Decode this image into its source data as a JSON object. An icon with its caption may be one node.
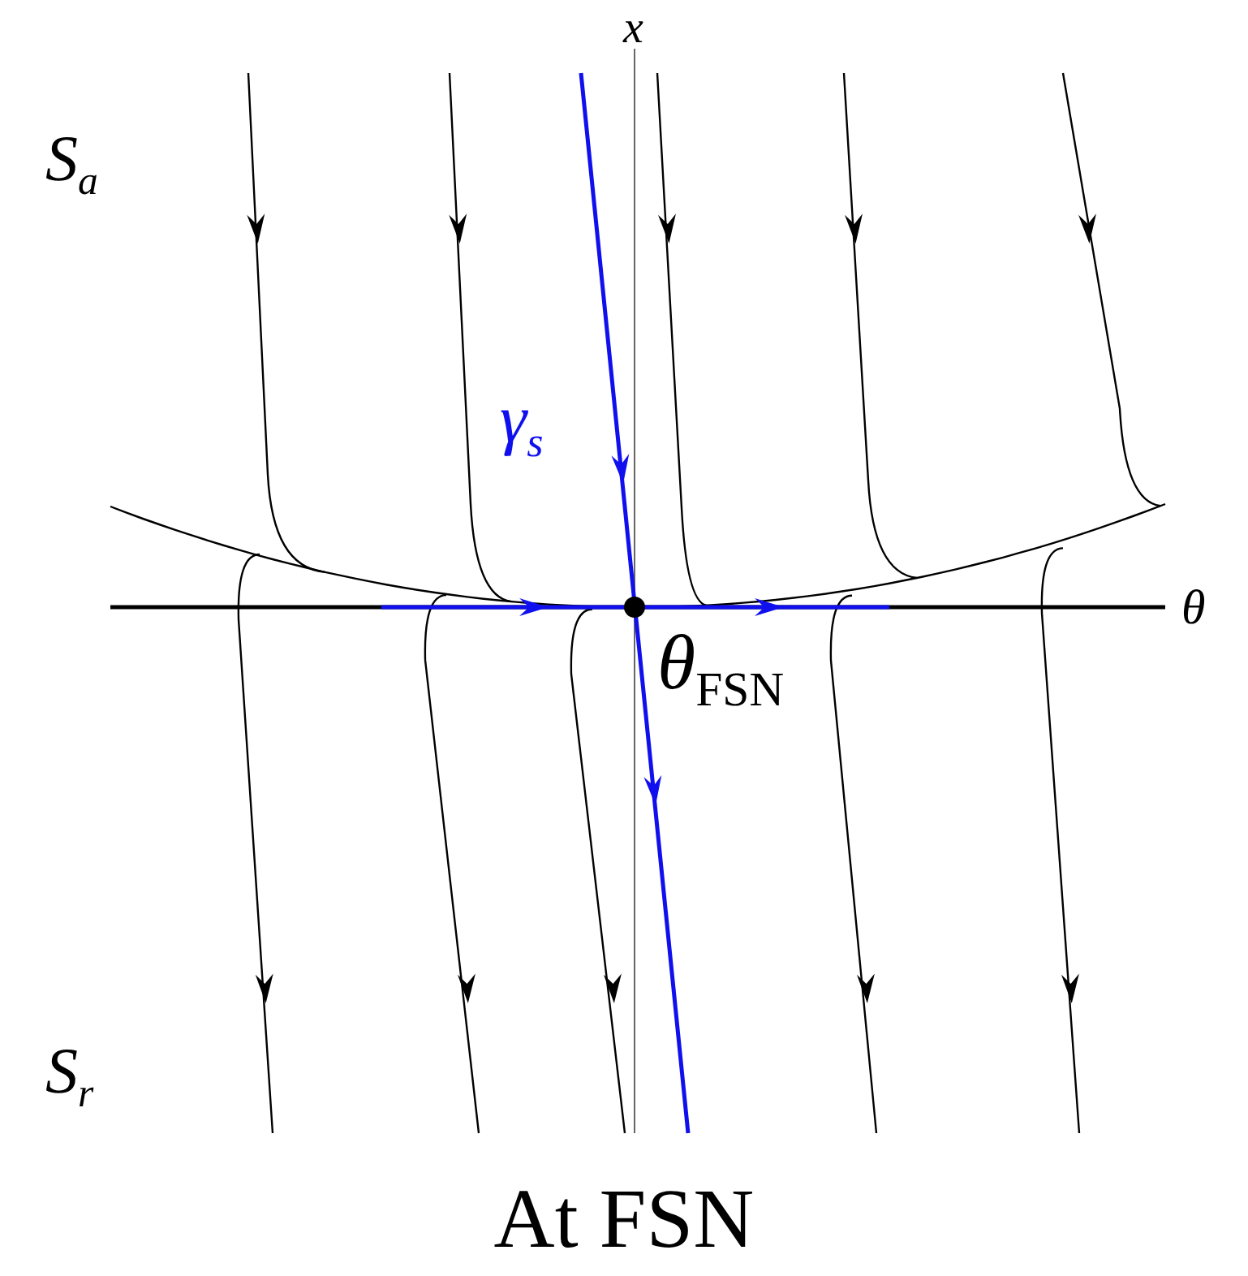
{
  "diagram": {
    "caption": "At FSN",
    "labels": [
      "x",
      "S$_{a}$",
      "γ$_{s}$",
      "θ",
      "θ$_{FSN}$",
      "S$_{r}$"
    ]
  }
}
